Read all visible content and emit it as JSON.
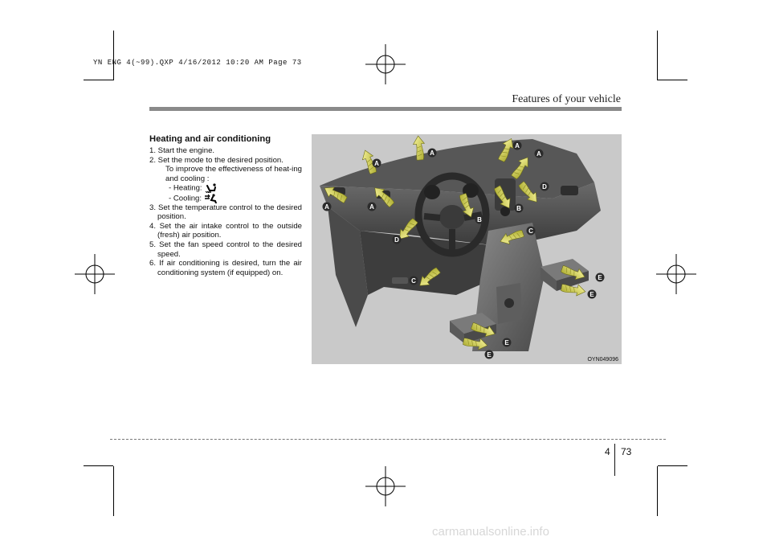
{
  "slug_line": "YN ENG 4(~99).QXP  4/16/2012  10:20 AM  Page 73",
  "header": {
    "section_title": "Features of your vehicle"
  },
  "content": {
    "heading": "Heating and air conditioning",
    "steps": [
      "1. Start the engine.",
      "2. Set the mode to the desired position.",
      "3. Set the temperature control to the desired position.",
      "4. Set the air intake control to the outside (fresh) air position.",
      "5. Set the fan speed control to the desired speed.",
      "6. If air conditioning is desired, turn the air conditioning system (if equipped) on."
    ],
    "step2_note": "To improve the effectiveness of heat-ing and cooling :",
    "heating_label": "- Heating:",
    "cooling_label": "- Cooling:"
  },
  "figure": {
    "code": "OYN049096",
    "icons": [
      "floor-vent-mode-icon",
      "face-vent-mode-icon"
    ],
    "vent_labels": [
      "A",
      "A",
      "A",
      "A",
      "A",
      "A",
      "B",
      "B",
      "C",
      "C",
      "D",
      "D",
      "E",
      "E",
      "E",
      "E"
    ]
  },
  "footer": {
    "chapter": "4",
    "page": "73"
  },
  "watermark": "carmanualsonline.info"
}
